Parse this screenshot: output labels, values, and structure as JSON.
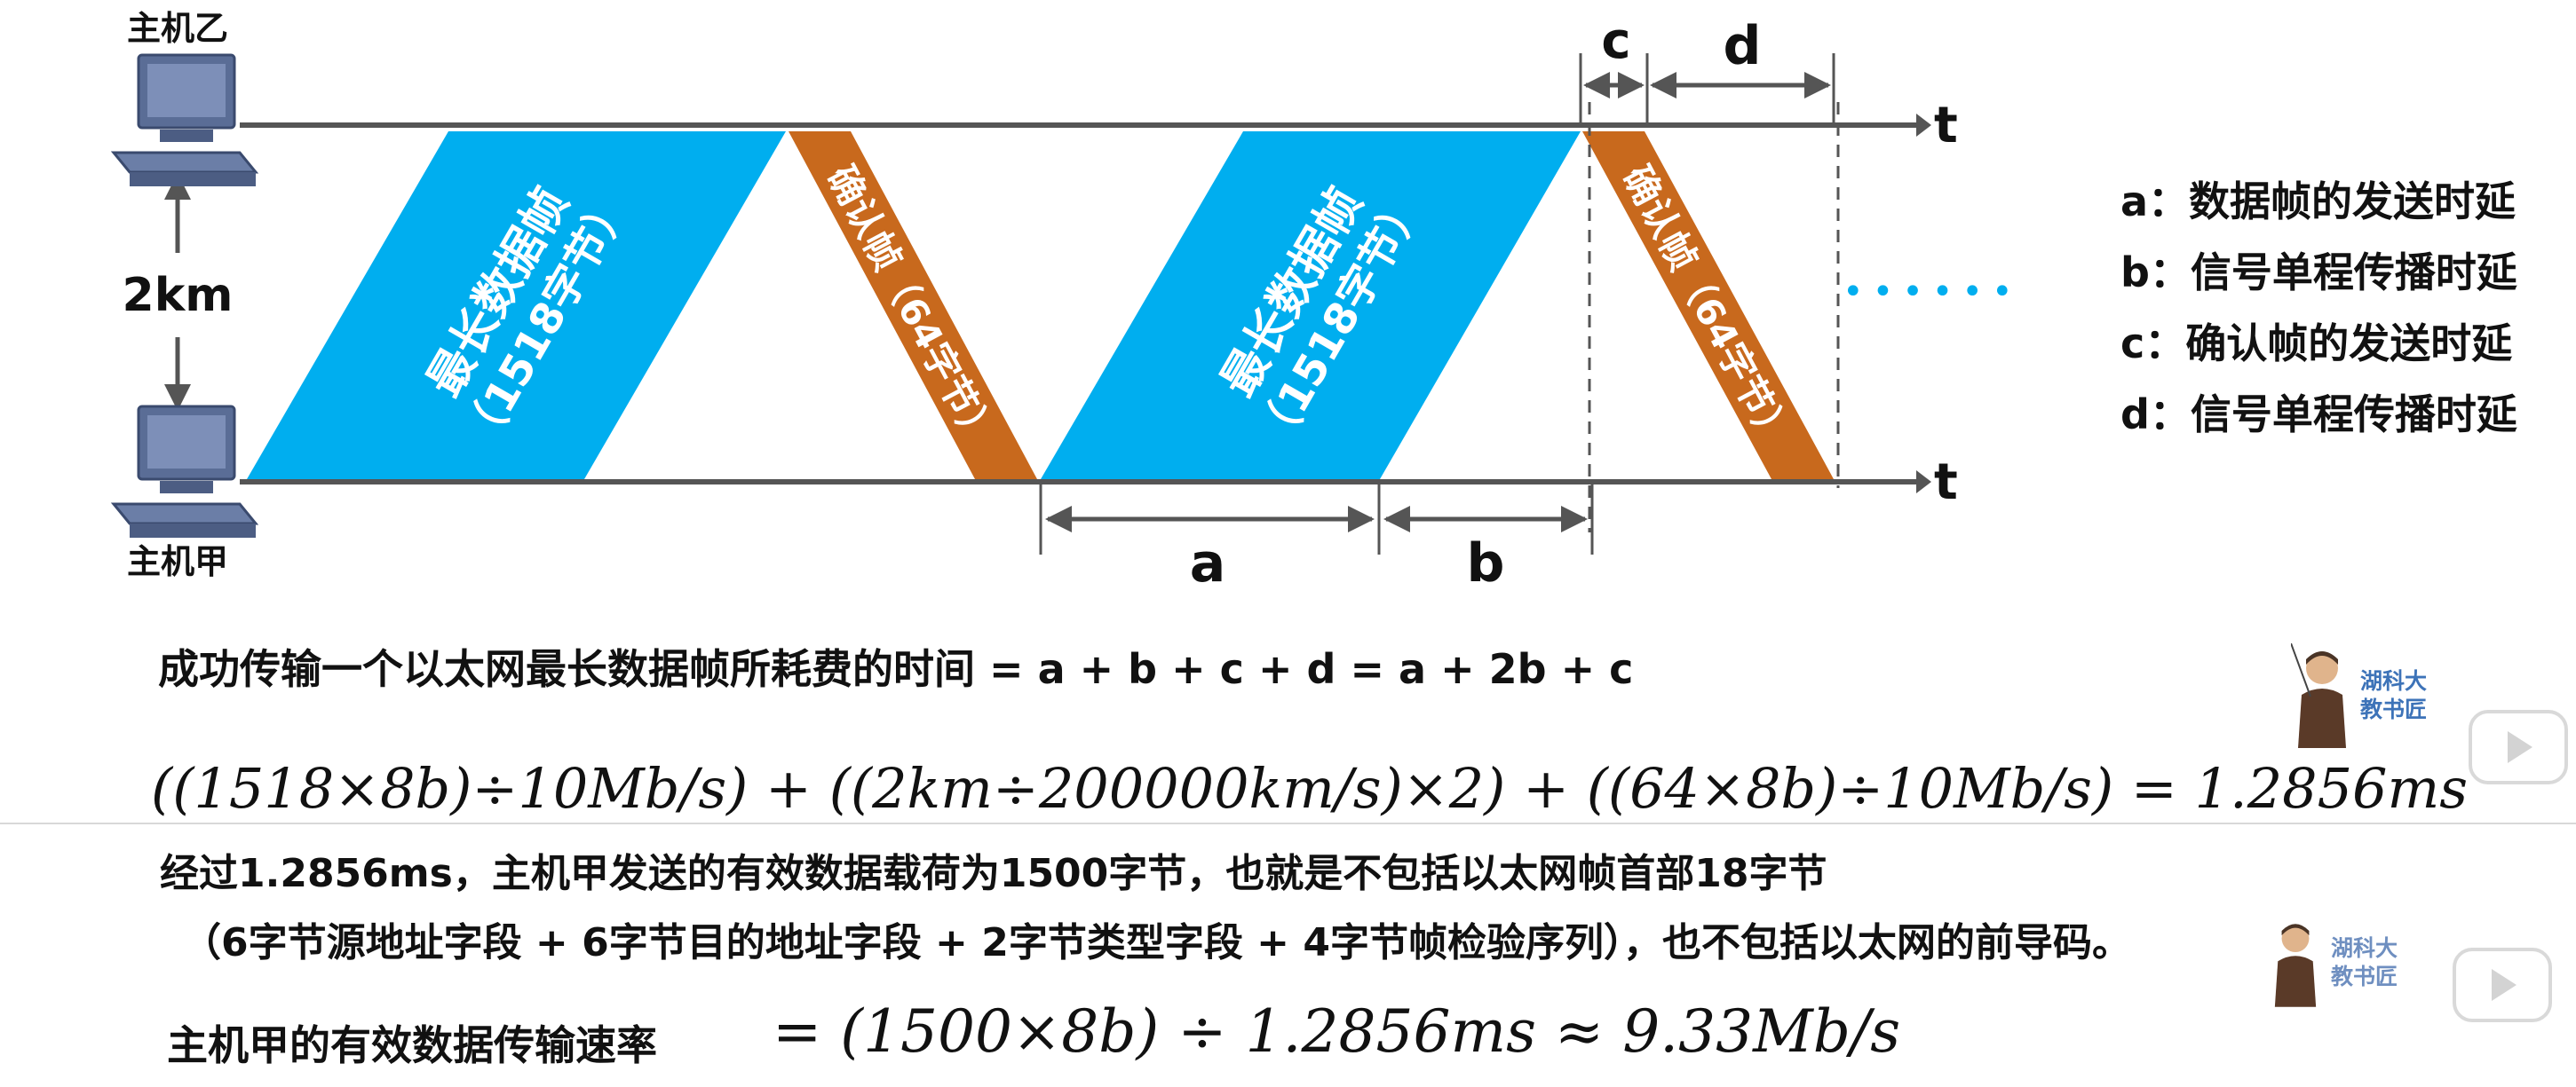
{
  "hosts": {
    "top": "主机乙",
    "bottom": "主机甲",
    "distance": "2km"
  },
  "axis_label": "t",
  "frames": {
    "data_title": "最长数据帧",
    "data_size": "（1518字节）",
    "ack_label": "确认帧（64字节）"
  },
  "intervals": {
    "a": "a",
    "b": "b",
    "c": "c",
    "d": "d"
  },
  "legend": [
    "a：数据帧的发送时延",
    "b：信号单程传播时延",
    "c：确认帧的发送时延",
    "d：信号单程传播时延"
  ],
  "dots": "••••••",
  "formula_time": "成功传输一个以太网最长数据帧所耗费的时间 = a + b + c + d = a + 2b + c",
  "formula_calc": "((1518×8b)÷10Mb/s)  +  ((2km÷200000km/s)×2)  +  ((64×8b)÷10Mb/s)  =  1.2856ms",
  "note_line1": "经过1.2856ms，主机甲发送的有效数据载荷为1500字节，也就是不包括以太网帧首部18字节",
  "note_line2": "（6字节源地址字段 + 6字节目的地址字段 + 2字节类型字段 + 4字节帧检验序列），也不包括以太网的前导码。",
  "rate_label": "主机甲的有效数据传输速率",
  "rate_formula": "=  (1500×8b)  ÷  1.2856ms  ≈  9.33Mb/s",
  "watermark": {
    "line1": "湖科大",
    "line2": "教书匠"
  },
  "colors": {
    "data_frame": "#00aeef",
    "ack_frame": "#c8691d",
    "line": "#555555",
    "dots": "#00aeef"
  }
}
